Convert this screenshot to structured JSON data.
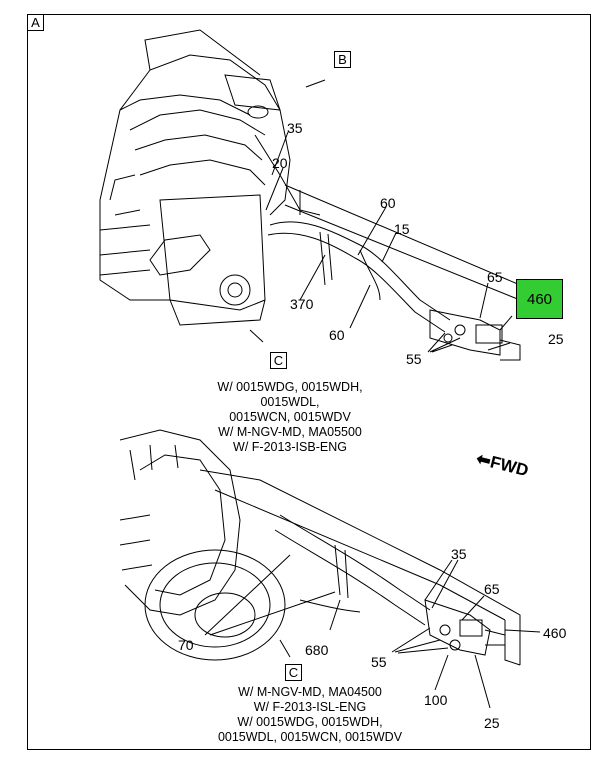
{
  "diagram": {
    "view_label": "A",
    "reference_labels": [
      "B",
      "C",
      "C"
    ],
    "highlight_callout": {
      "text": "460",
      "color": "#33cc33"
    },
    "top_callouts": [
      "35",
      "20",
      "60",
      "15",
      "65",
      "370",
      "60",
      "55",
      "25"
    ],
    "bottom_callouts": [
      "35",
      "65",
      "460",
      "70",
      "680",
      "55",
      "100",
      "25"
    ],
    "caption_top": [
      "W/ 0015WDG, 0015WDH, 0015WDL,",
      "0015WCN, 0015WDV",
      "W/ M-NGV-MD, MA05500",
      "W/ F-2013-ISB-ENG"
    ],
    "caption_bottom": [
      "W/ M-NGV-MD, MA04500",
      "W/ F-2013-ISL-ENG",
      "W/ 0015WDG, 0015WDH,",
      "0015WDL, 0015WCN, 0015WDV"
    ],
    "fwd_label": "FWD"
  }
}
